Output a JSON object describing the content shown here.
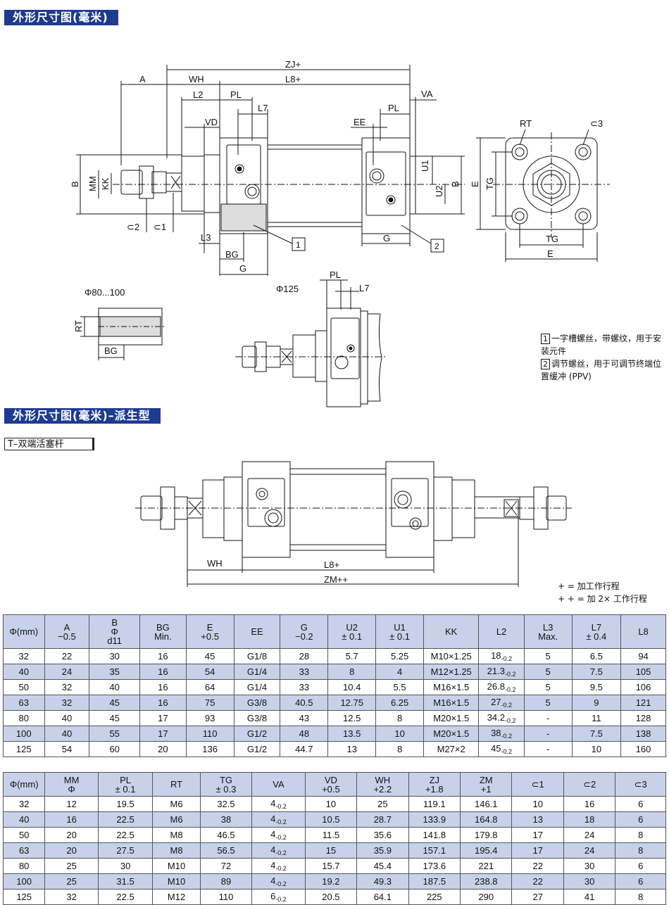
{
  "section1": {
    "title": "外形尺寸图(毫米)"
  },
  "section2": {
    "title": "外形尺寸图(毫米)–派生型"
  },
  "variant": {
    "label": "T–双端活塞杆"
  },
  "drawing1": {
    "dims": [
      "ZJ+",
      "A",
      "WH",
      "L8+",
      "L2",
      "PL",
      "VA",
      "L7",
      "PL",
      "VD",
      "EE",
      "B",
      "MM",
      "KK",
      "U1",
      "U2",
      "B",
      "E",
      "TG",
      "RT",
      "⊂3",
      "⊂2",
      "⊂1",
      "L3",
      "BG",
      "G",
      "G",
      "TG",
      "E",
      "1",
      "2"
    ]
  },
  "detail1": {
    "label": "Φ80...100",
    "rt": "RT",
    "bg": "BG"
  },
  "detail2": {
    "label": "Φ125",
    "pl": "PL",
    "l7": "L7"
  },
  "notes": {
    "n1_box": "1",
    "n1_text": "一字槽螺丝，带螺纹，用于安装元件",
    "n2_box": "2",
    "n2_text": "调节螺丝，用于可调节终端位置缓冲 (PPV)"
  },
  "drawing2": {
    "wh": "WH",
    "l8": "L8+",
    "zm": "ZM++"
  },
  "legend": {
    "plus": "+ =  加工作行程",
    "plusplus": "+ + =  加 2× 工作行程"
  },
  "table1": {
    "headers": [
      [
        "Φ(mm)"
      ],
      [
        "A",
        "−0.5"
      ],
      [
        "B",
        "Φ",
        "d11"
      ],
      [
        "BG",
        "Min."
      ],
      [
        "E",
        "+0.5"
      ],
      [
        "EE"
      ],
      [
        "G",
        "−0.2"
      ],
      [
        "U2",
        "± 0.1"
      ],
      [
        "U1",
        "± 0.1"
      ],
      [
        "KK"
      ],
      [
        "L2"
      ],
      [
        "L3",
        "Max."
      ],
      [
        "L7",
        "± 0.4"
      ],
      [
        "L8"
      ]
    ],
    "rows": [
      [
        "32",
        "22",
        "30",
        "16",
        "45",
        "G1/8",
        "28",
        "5.7",
        "5.25",
        "M10×1.25",
        "18",
        "5",
        "6.5",
        "94"
      ],
      [
        "40",
        "24",
        "35",
        "16",
        "54",
        "G1/4",
        "33",
        "8",
        "4",
        "M12×1.25",
        "21.3",
        "5",
        "7.5",
        "105"
      ],
      [
        "50",
        "32",
        "40",
        "16",
        "64",
        "G1/4",
        "33",
        "10.4",
        "5.5",
        "M16×1.5",
        "26.8",
        "5",
        "9.5",
        "106"
      ],
      [
        "63",
        "32",
        "45",
        "16",
        "75",
        "G3/8",
        "40.5",
        "12.75",
        "6.25",
        "M16×1.5",
        "27",
        "5",
        "9",
        "121"
      ],
      [
        "80",
        "40",
        "45",
        "17",
        "93",
        "G3/8",
        "43",
        "12.5",
        "8",
        "M20×1.5",
        "34.2",
        "-",
        "11",
        "128"
      ],
      [
        "100",
        "40",
        "55",
        "17",
        "110",
        "G1/2",
        "48",
        "13.5",
        "10",
        "M20×1.5",
        "38",
        "-",
        "7.5",
        "138"
      ],
      [
        "125",
        "54",
        "60",
        "20",
        "136",
        "G1/2",
        "44.7",
        "13",
        "8",
        "M27×2",
        "45",
        "-",
        "10",
        "160"
      ]
    ],
    "l2_tol": "-0.2"
  },
  "table2": {
    "headers": [
      [
        "Φ(mm)"
      ],
      [
        "MM",
        "Φ"
      ],
      [
        "PL",
        "± 0.1"
      ],
      [
        "RT"
      ],
      [
        "TG",
        "± 0.3"
      ],
      [
        "VA"
      ],
      [
        "VD",
        "+0.5"
      ],
      [
        "WH",
        "+2.2"
      ],
      [
        "ZJ",
        "+1.8"
      ],
      [
        "ZM",
        "+1"
      ],
      [
        "⊂1"
      ],
      [
        "⊂2"
      ],
      [
        "⊂3"
      ]
    ],
    "rows": [
      [
        "32",
        "12",
        "19.5",
        "M6",
        "32.5",
        "4",
        "10",
        "25",
        "119.1",
        "146.1",
        "10",
        "16",
        "6"
      ],
      [
        "40",
        "16",
        "22.5",
        "M6",
        "38",
        "4",
        "10.5",
        "28.7",
        "133.9",
        "164.8",
        "13",
        "18",
        "6"
      ],
      [
        "50",
        "20",
        "22.5",
        "M8",
        "46.5",
        "4",
        "11.5",
        "35.6",
        "141.8",
        "179.8",
        "17",
        "24",
        "8"
      ],
      [
        "63",
        "20",
        "27.5",
        "M8",
        "56.5",
        "4",
        "15",
        "35.9",
        "157.1",
        "195.4",
        "17",
        "24",
        "8"
      ],
      [
        "80",
        "25",
        "30",
        "M10",
        "72",
        "4",
        "15.7",
        "45.4",
        "173.6",
        "221",
        "22",
        "30",
        "6"
      ],
      [
        "100",
        "25",
        "31.5",
        "M10",
        "89",
        "4",
        "19.2",
        "49.3",
        "187.5",
        "238.8",
        "22",
        "30",
        "6"
      ],
      [
        "125",
        "32",
        "22.5",
        "M12",
        "110",
        "6",
        "20.5",
        "64.1",
        "225",
        "290",
        "27",
        "41",
        "8"
      ]
    ],
    "va_tol": "-0.2"
  }
}
